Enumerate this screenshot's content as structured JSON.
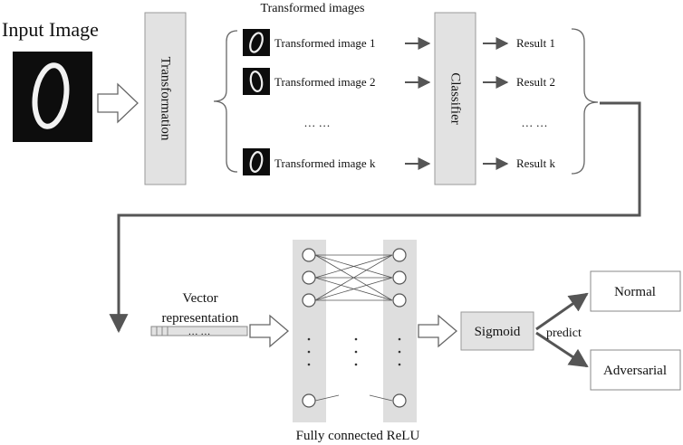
{
  "input": {
    "label": "Input Image"
  },
  "transformation": {
    "label": "Transformation"
  },
  "transformed": {
    "title": "Transformed images",
    "items": [
      "Transformed image 1",
      "Transformed image 2",
      "Transformed image k"
    ],
    "ellipsis": "… …"
  },
  "classifier": {
    "label": "Classifier"
  },
  "results": {
    "items": [
      "Result 1",
      "Result 2",
      "Result k"
    ],
    "ellipsis": "… …"
  },
  "vector": {
    "line1": "Vector",
    "line2": "representation",
    "ellipsis": "… …"
  },
  "network": {
    "caption": "Fully connected ReLU"
  },
  "sigmoid": {
    "label": "Sigmoid"
  },
  "predict": {
    "label": "predict"
  },
  "outputs": {
    "normal": "Normal",
    "adversarial": "Adversarial"
  }
}
